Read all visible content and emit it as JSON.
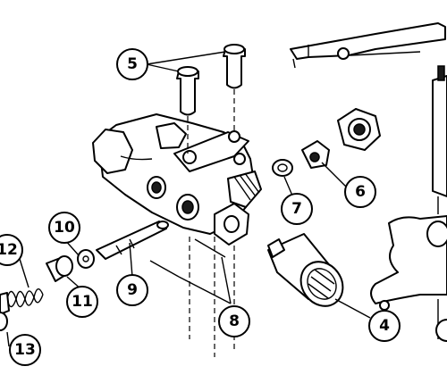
{
  "callouts": [
    {
      "id": "5",
      "label": "5"
    },
    {
      "id": "6",
      "label": "6"
    },
    {
      "id": "7",
      "label": "7"
    },
    {
      "id": "4",
      "label": "4"
    },
    {
      "id": "8",
      "label": "8"
    },
    {
      "id": "9",
      "label": "9"
    },
    {
      "id": "10",
      "label": "10"
    },
    {
      "id": "11",
      "label": "11"
    },
    {
      "id": "12",
      "label": "12"
    },
    {
      "id": "13",
      "label": "13"
    }
  ]
}
